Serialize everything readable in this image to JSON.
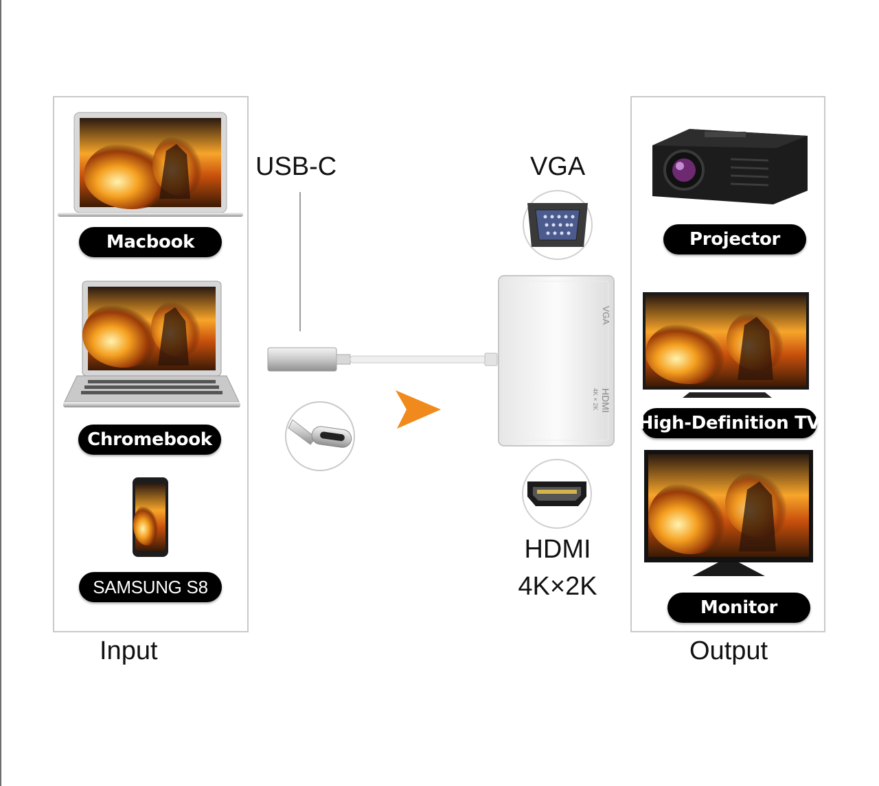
{
  "input": {
    "caption": "Input",
    "devices": [
      {
        "label": "Macbook",
        "icon": "laptop-icon"
      },
      {
        "label": "Chromebook",
        "icon": "laptop-icon"
      },
      {
        "label": "SAMSUNG S8",
        "icon": "smartphone-icon"
      }
    ]
  },
  "output": {
    "caption": "Output",
    "devices": [
      {
        "label": "Projector",
        "icon": "projector-icon"
      },
      {
        "label": "High-Definition TV",
        "icon": "tv-icon"
      },
      {
        "label": "Monitor",
        "icon": "monitor-icon"
      }
    ]
  },
  "connector": {
    "usbc_label": "USB-C",
    "vga_label": "VGA",
    "hdmi_label_line1": "HDMI",
    "hdmi_label_line2": "4K×2K",
    "adapter_port_vga": "VGA",
    "adapter_port_hdmi": "HDMI",
    "adapter_port_hdmi_sub": "4K × 2K"
  },
  "colors": {
    "arrow": "#f08a1c",
    "pill_bg": "#000000",
    "panel_border": "#c9c9c9"
  }
}
